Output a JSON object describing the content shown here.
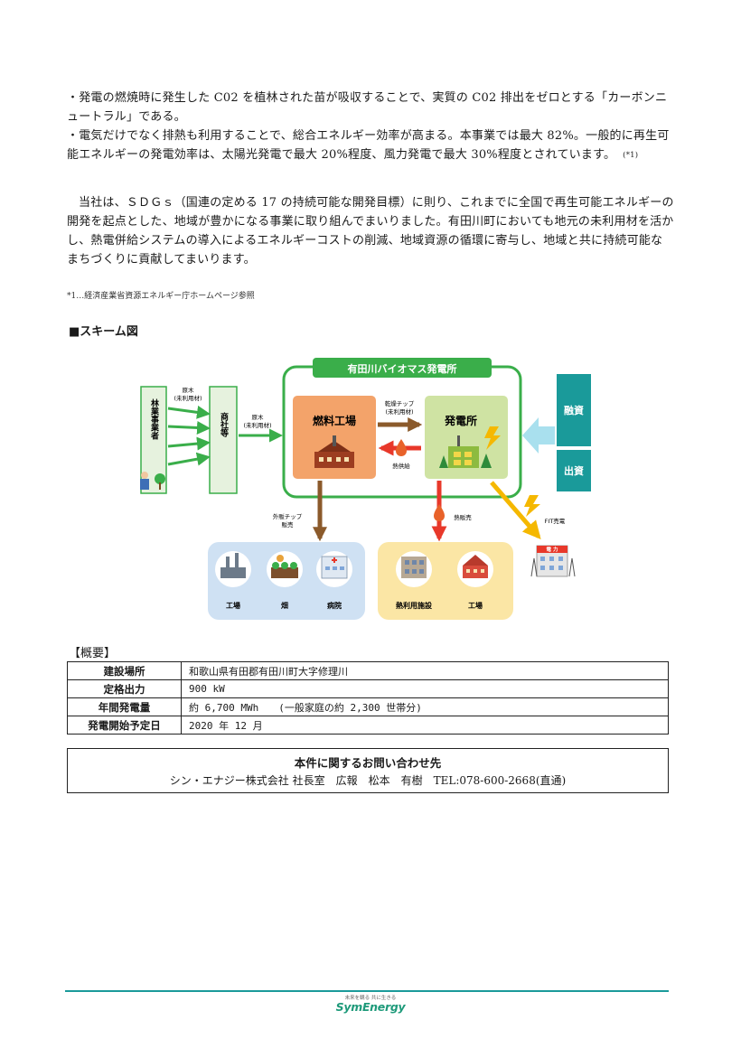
{
  "body": {
    "bullet1": "・発電の燃焼時に発生した C02 を植林された苗が吸収することで、実質の C02 排出をゼロとする「カーボンニュートラル」である。",
    "bullet2": "・電気だけでなく排熱も利用することで、総合エネルギー効率が高まる。本事業では最大 82%。一般的に再生可能エネルギーの発電効率は、太陽光発電で最大 20%程度、風力発電で最大 30%程度とされています。",
    "bullet2_ref": "(*1)",
    "paragraph": "当社は、ＳＤＧｓ（国連の定める 17 の持続可能な開発目標）に則り、これまでに全国で再生可能エネルギーの開発を起点とした、地域が豊かになる事業に取り組んでまいりました。有田川町においても地元の未利用材を活かし、熱電併給システムの導入によるエネルギーコストの削減、地域資源の循環に寄与し、地域と共に持続可能なまちづくりに貢献してまいります。",
    "footnote": "*1…経済産業省資源エネルギー庁ホームページ参照"
  },
  "scheme": {
    "heading": "■スキーム図",
    "plant_title": "有田川バイオマス発電所",
    "forestry": "林業事業者",
    "trading": "商社等",
    "log1": "原木",
    "log1_sub": "(未利用材)",
    "log2": "原木",
    "log2_sub": "(未利用材)",
    "fuel_plant": "燃料工場",
    "power_station": "発電所",
    "dry_chip": "乾燥チップ",
    "dry_chip_sub": "(未利用材)",
    "heat_supply": "熱供給",
    "finance": "融資",
    "investment": "出資",
    "chip_sales_1": "外販チップ",
    "chip_sales_2": "販売",
    "heat_sales": "熱販売",
    "fit": "FIT売電",
    "left_group": [
      "工場",
      "畑",
      "病院"
    ],
    "right_group": [
      "熱利用施設",
      "工場"
    ],
    "utility_sign": "電 力"
  },
  "overview": {
    "label": "【概要】",
    "rows": [
      {
        "key": "建設場所",
        "value": "和歌山県有田郡有田川町大字修理川"
      },
      {
        "key": "定格出力",
        "value": "900 kW"
      },
      {
        "key": "年間発電量",
        "value": "約 6,700 MWh　　(一般家庭の約 2,300 世帯分)"
      },
      {
        "key": "発電開始予定日",
        "value": "2020 年 12 月"
      }
    ]
  },
  "contact": {
    "title": "本件に関するお問い合わせ先",
    "body": "シン・エナジー株式会社 社長室　広報　松本　有樹　TEL:078-600-2668(直通)"
  },
  "footer": {
    "tagline": "未来を観る 共に生きる",
    "brand": "SymEnergy"
  },
  "colors": {
    "green_frame": "#3aae4a",
    "teal": "#1a9a9a",
    "arrow_brown": "#8b5a2b",
    "arrow_red": "#e8382a",
    "arrow_yellow": "#f5b800",
    "fuel_box": "#f3a36a",
    "power_box": "#cfe3a3",
    "left_group_bg": "#cfe1f3",
    "right_group_bg": "#fbe6a5"
  }
}
